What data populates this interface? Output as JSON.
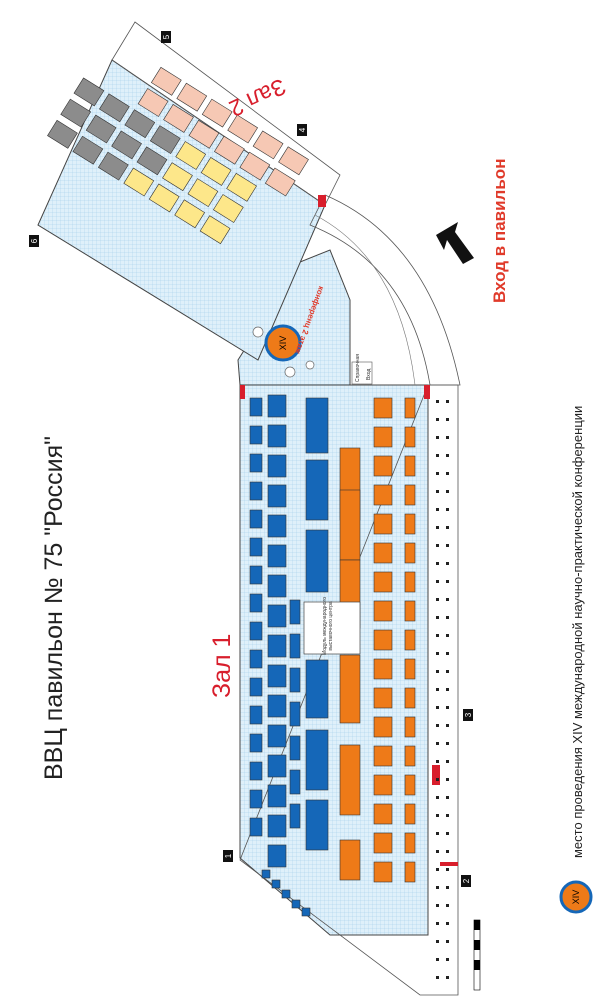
{
  "title": "ВВЦ павильон № 75 \"Россия\"",
  "halls": {
    "hall1_label": "Зал 1",
    "hall2_label": "Зал 2"
  },
  "entrance_label": "Вход в павильон",
  "center_marker": "XIV",
  "floor_note": "конференц 2 этаж",
  "module_label": "Модуль международного выставочного центра",
  "small_labels": {
    "info": "Справочная",
    "entry_small": "Вход"
  },
  "gates": [
    "1",
    "2",
    "3",
    "4",
    "5",
    "6"
  ],
  "legend": {
    "marker": "XIV",
    "text": "место проведения XIV международной научно-практической конференции"
  },
  "colors": {
    "blue": "#1567b8",
    "orange": "#ee7a18",
    "yellow": "#fde78a",
    "pink": "#f6c8b4",
    "grey": "#8c8c8c",
    "grid": "#cfe8f5",
    "red": "#d81e2c"
  }
}
